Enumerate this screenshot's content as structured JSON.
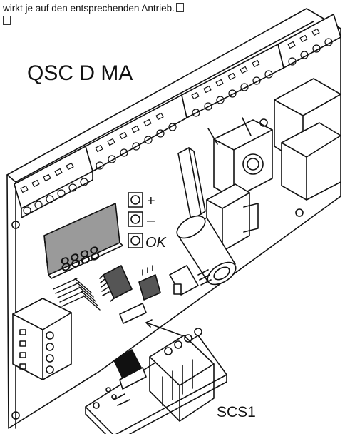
{
  "caption": {
    "text": "wirkt je auf den entsprechenden Antrieb.",
    "box_glyph": "□"
  },
  "labels": {
    "board_title": "QSC D MA",
    "plus_button": "+",
    "minus_button": "–",
    "ok_button": "OK",
    "display_digits": "8888",
    "module": "SCS1"
  },
  "colors": {
    "line": "#111111",
    "board": "#ffffff",
    "display": "#9a9a9a",
    "chip": "#555555",
    "connector_black": "#111111"
  }
}
